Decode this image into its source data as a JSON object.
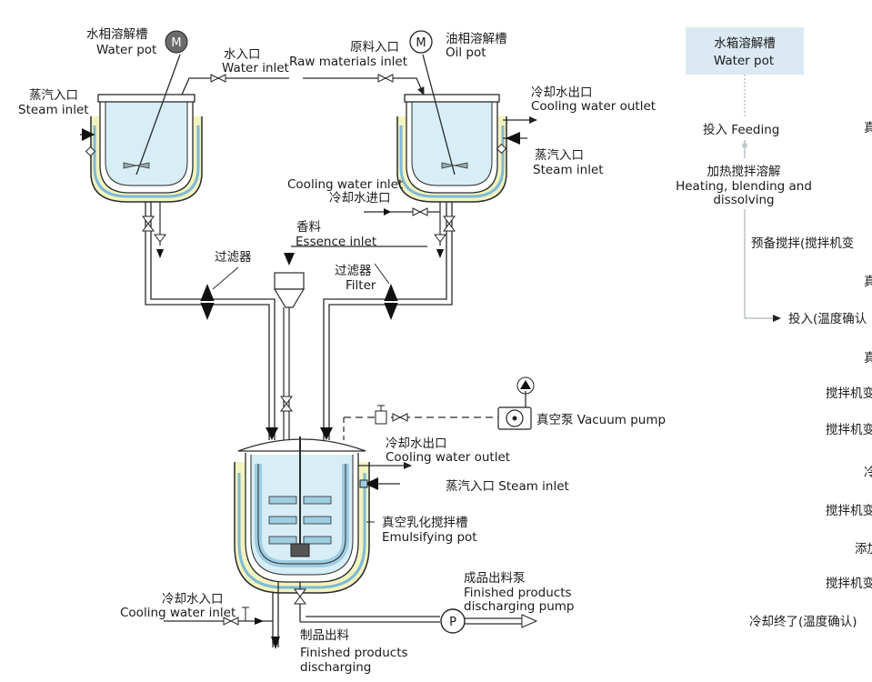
{
  "labels": {
    "water_pot_cn": "水相溶解槽",
    "water_pot_en": "Water pot",
    "water_inlet_cn": "水入口",
    "water_inlet_en": "Water inlet",
    "raw_inlet_cn": "原料入口",
    "raw_inlet_en": "Raw materials inlet",
    "oil_pot_cn": "油相溶解槽",
    "oil_pot_en": "Oil pot",
    "steam_inlet_left_cn": "蒸汽入口",
    "steam_inlet_left_en": "Steam inlet",
    "cooling_outlet_top_cn": "冷却水出口",
    "cooling_outlet_top_en": "Cooling water outlet",
    "steam_inlet_right_cn": "蒸汽入口",
    "steam_inlet_right_en": "Steam inlet",
    "cooling_inlet_mid_en": "Cooling water inlet",
    "cooling_inlet_mid_cn": "冷却水进口",
    "essence_cn": "香料",
    "essence_en": "Essence inlet",
    "filter_left_cn": "过滤器",
    "filter_right_cn": "过滤器",
    "filter_right_en": "Filter",
    "vacuum_pump": "真空泵 Vacuum pump",
    "cooling_outlet_bottom_cn": "冷却水出口",
    "cooling_outlet_bottom_en": "Cooling water outlet",
    "steam_inlet_bottom": "蒸汽入口 Steam inlet",
    "emulsifying_cn": "真空乳化搅拌槽",
    "emulsifying_en": "Emulsifying pot",
    "cooling_inlet_bottom_cn": "冷却水入口",
    "cooling_inlet_bottom_en": "Cooling water inlet",
    "pump_cn": "成品出料泵",
    "pump_en_1": "Finished products",
    "pump_en_2": "discharging pump",
    "product_cn": "制品出料",
    "product_en_1": "Finished products",
    "product_en_2": "discharging",
    "motor_symbol": "M",
    "pump_symbol": "P"
  },
  "flowchart": {
    "box_cn": "水箱溶解槽",
    "box_en": "Water pot",
    "step_feeding": "投入 Feeding",
    "step_heat_cn": "加热搅拌溶解",
    "step_heat_en_1": "Heating, blending and",
    "step_heat_en_2": "dissolving",
    "step_pre": "预备搅拌(搅拌机变",
    "step_input_temp": "投入(温度确认",
    "right_1": "真",
    "right_2": "真",
    "right_3": "真",
    "right_4": "搅拌机变",
    "right_5": "搅拌机变",
    "right_6": "冷",
    "right_7": "搅拌机变",
    "right_8": "添加",
    "right_9": "搅拌机变",
    "right_10": "冷却终了(温度确认)"
  },
  "colors": {
    "jacket_outer": "#f2f3bf",
    "jacket_inner": "#d7eef7",
    "coil": "#a6d2e6",
    "line": "#2a2a2a",
    "box_fill": "#dbe9f2"
  }
}
